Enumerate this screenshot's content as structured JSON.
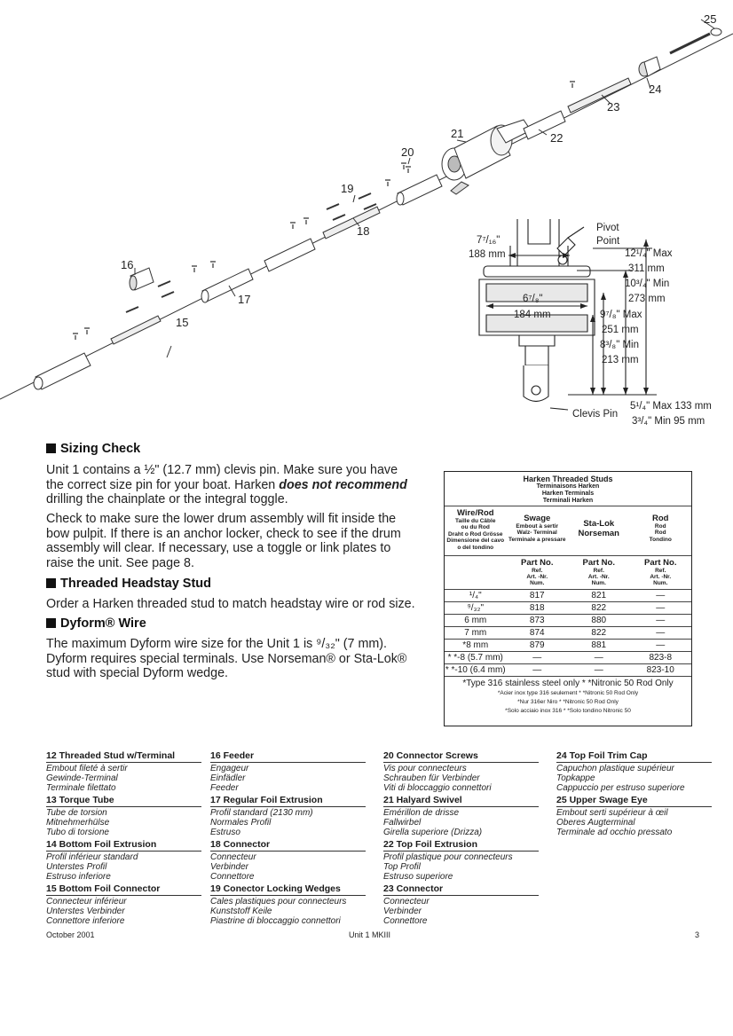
{
  "page_number_top": "25",
  "callouts": {
    "c15": "15",
    "c16": "16",
    "c17": "17",
    "c18": "18",
    "c19": "19",
    "c20": "20",
    "c21": "21",
    "c22": "22",
    "c23": "23",
    "c24": "24"
  },
  "dims": {
    "pivot": "Pivot",
    "point": "Point",
    "d7_16": "7⁷/₁₆\"",
    "d188": "188 mm",
    "d6_78": "6⁷/₈\"",
    "d184": "184 mm",
    "d12_max": "12¹/₄\" Max",
    "d311": "311 mm",
    "d10_min": "10³/₄\" Min",
    "d273": "273 mm",
    "d9_max": "9⁷/₈\" Max",
    "d251": "251 mm",
    "d8_min": "8³/₈\" Min",
    "d213": "213 mm",
    "d5_max": "5¹/₄\" Max 133 mm",
    "d3_min": "3³/₄\" Min 95 mm",
    "clevis": "Clevis Pin"
  },
  "sections": {
    "sizing_title": "Sizing Check",
    "sizing_p1a": "Unit  1 contains a ½\" (12.7 mm) clevis pin. Make sure you have the correct size pin for your boat. Harken ",
    "sizing_p1b": "does not recommend",
    "sizing_p1c": " drilling the chainplate or the integral toggle.",
    "sizing_p2": "Check to make sure the lower drum assembly will fit inside the bow pulpit. If there is an anchor locker, check to see if the drum assembly will clear. If necessary, use a toggle or link plates to raise the unit. See page 8.",
    "stud_title": "Threaded Headstay Stud",
    "stud_p": "Order a Harken threaded stud to match headstay wire or rod size.",
    "dyform_title": "Dyform® Wire",
    "dyform_p": "The maximum Dyform wire size for the Unit 1 is ⁹/₃₂\" (7 mm). Dyform requires special terminals. Use Norseman® or Sta-Lok® stud with special Dyform wedge."
  },
  "table": {
    "title": "Harken Threaded Studs",
    "title_fr": "Terminaisons Harken",
    "title_de": "Harken Terminals",
    "title_it": "Terminali Harken",
    "col1": "Wire/Rod",
    "col1_sub": [
      "Taille du Câble",
      "ou du Rod",
      "Draht o Rod Grösse",
      "Dimensione del cavo",
      "o del tondino"
    ],
    "col2": "Swage",
    "col2_sub": [
      "Embout à sertir",
      "Walz- Terminal",
      "Terminale a pressare"
    ],
    "col3": "Sta-Lok",
    "col3b": "Norseman",
    "col4": "Rod",
    "col4_sub": [
      "Rod",
      "Rod",
      "Tondino"
    ],
    "partno": "Part No.",
    "partno_sub": [
      "Ref.",
      "Art. -Nr.",
      "Num."
    ],
    "rows": [
      [
        "¹/₄\"",
        "817",
        "821",
        "—"
      ],
      [
        "⁹/₃₂\"",
        "818",
        "822",
        "—"
      ],
      [
        "6 mm",
        "873",
        "880",
        "—"
      ],
      [
        "7 mm",
        "874",
        "822",
        "—"
      ],
      [
        "*8 mm",
        "879",
        "881",
        "—"
      ],
      [
        "* *-8 (5.7 mm)",
        "—",
        "—",
        "823-8"
      ],
      [
        "* *-10 (6.4 mm)",
        "—",
        "—",
        "823-10"
      ]
    ],
    "foot1": "*Type 316 stainless steel only  * *Nitronic 50 Rod Only",
    "foot2": "*Acier inox type 316 seulement  * *Nitronic 50 Rod Only",
    "foot3": "*Nur 316er Niro  * *Nitronic 50 Rod Only",
    "foot4": "*Solo acciaio inox 316  * *Solo tondino Nitronic 50"
  },
  "parts": [
    [
      {
        "t": "12 Threaded Stud w/Terminal",
        "s": [
          "Embout fileté à sertir",
          "Gewinde-Terminal",
          "Terminale filettato"
        ]
      },
      {
        "t": "13 Torque Tube",
        "s": [
          "Tube de torsion",
          "Mitnehmerhülse",
          "Tubo di torsione"
        ]
      },
      {
        "t": "14 Bottom Foil Extrusion",
        "s": [
          "Profil inférieur standard",
          "Unterstes Profil",
          "Estruso inferiore"
        ]
      },
      {
        "t": "15 Bottom Foil Connector",
        "s": [
          "Connecteur inférieur",
          "Unterstes Verbinder",
          "Connettore inferiore"
        ]
      }
    ],
    [
      {
        "t": "16 Feeder",
        "s": [
          "Engageur",
          "Einfädler",
          "Feeder"
        ]
      },
      {
        "t": "17 Regular Foil Extrusion",
        "s": [
          "Profil standard (2130 mm)",
          "Normales Profil",
          "Estruso"
        ]
      },
      {
        "t": "18 Connector",
        "s": [
          "Connecteur",
          "Verbinder",
          "Connettore"
        ]
      },
      {
        "t": "19 Conector Locking Wedges",
        "s": [
          "Cales plastiques pour connecteurs",
          "Kunststoff Keile",
          "Piastrine di bloccaggio connettori"
        ]
      }
    ],
    [
      {
        "t": "20 Connector Screws",
        "s": [
          "Vis pour connecteurs",
          "Schrauben für Verbinder",
          "Viti di bloccaggio connettori"
        ]
      },
      {
        "t": "21 Halyard Swivel",
        "s": [
          "Emérillon de drisse",
          "Fallwirbel",
          "Girella superiore (Drizza)"
        ]
      },
      {
        "t": "22 Top Foil Extrusion",
        "s": [
          "Profil plastique pour connecteurs",
          "Top Profil",
          "Estruso superiore"
        ]
      },
      {
        "t": "23 Connector",
        "s": [
          "Connecteur",
          "Verbinder",
          "Connettore"
        ]
      }
    ],
    [
      {
        "t": "24 Top Foil Trim Cap",
        "s": [
          "Capuchon plastique supérieur",
          "Topkappe",
          "Cappuccio per estruso superiore"
        ]
      },
      {
        "t": "25 Upper Swage Eye",
        "s": [
          "Embout serti supérieur à œil",
          "Oberes Augterminal",
          "Terminale ad occhio pressato"
        ]
      }
    ]
  ],
  "footer": {
    "date": "October 2001",
    "unit": "Unit 1 MKIII",
    "page": "3"
  }
}
